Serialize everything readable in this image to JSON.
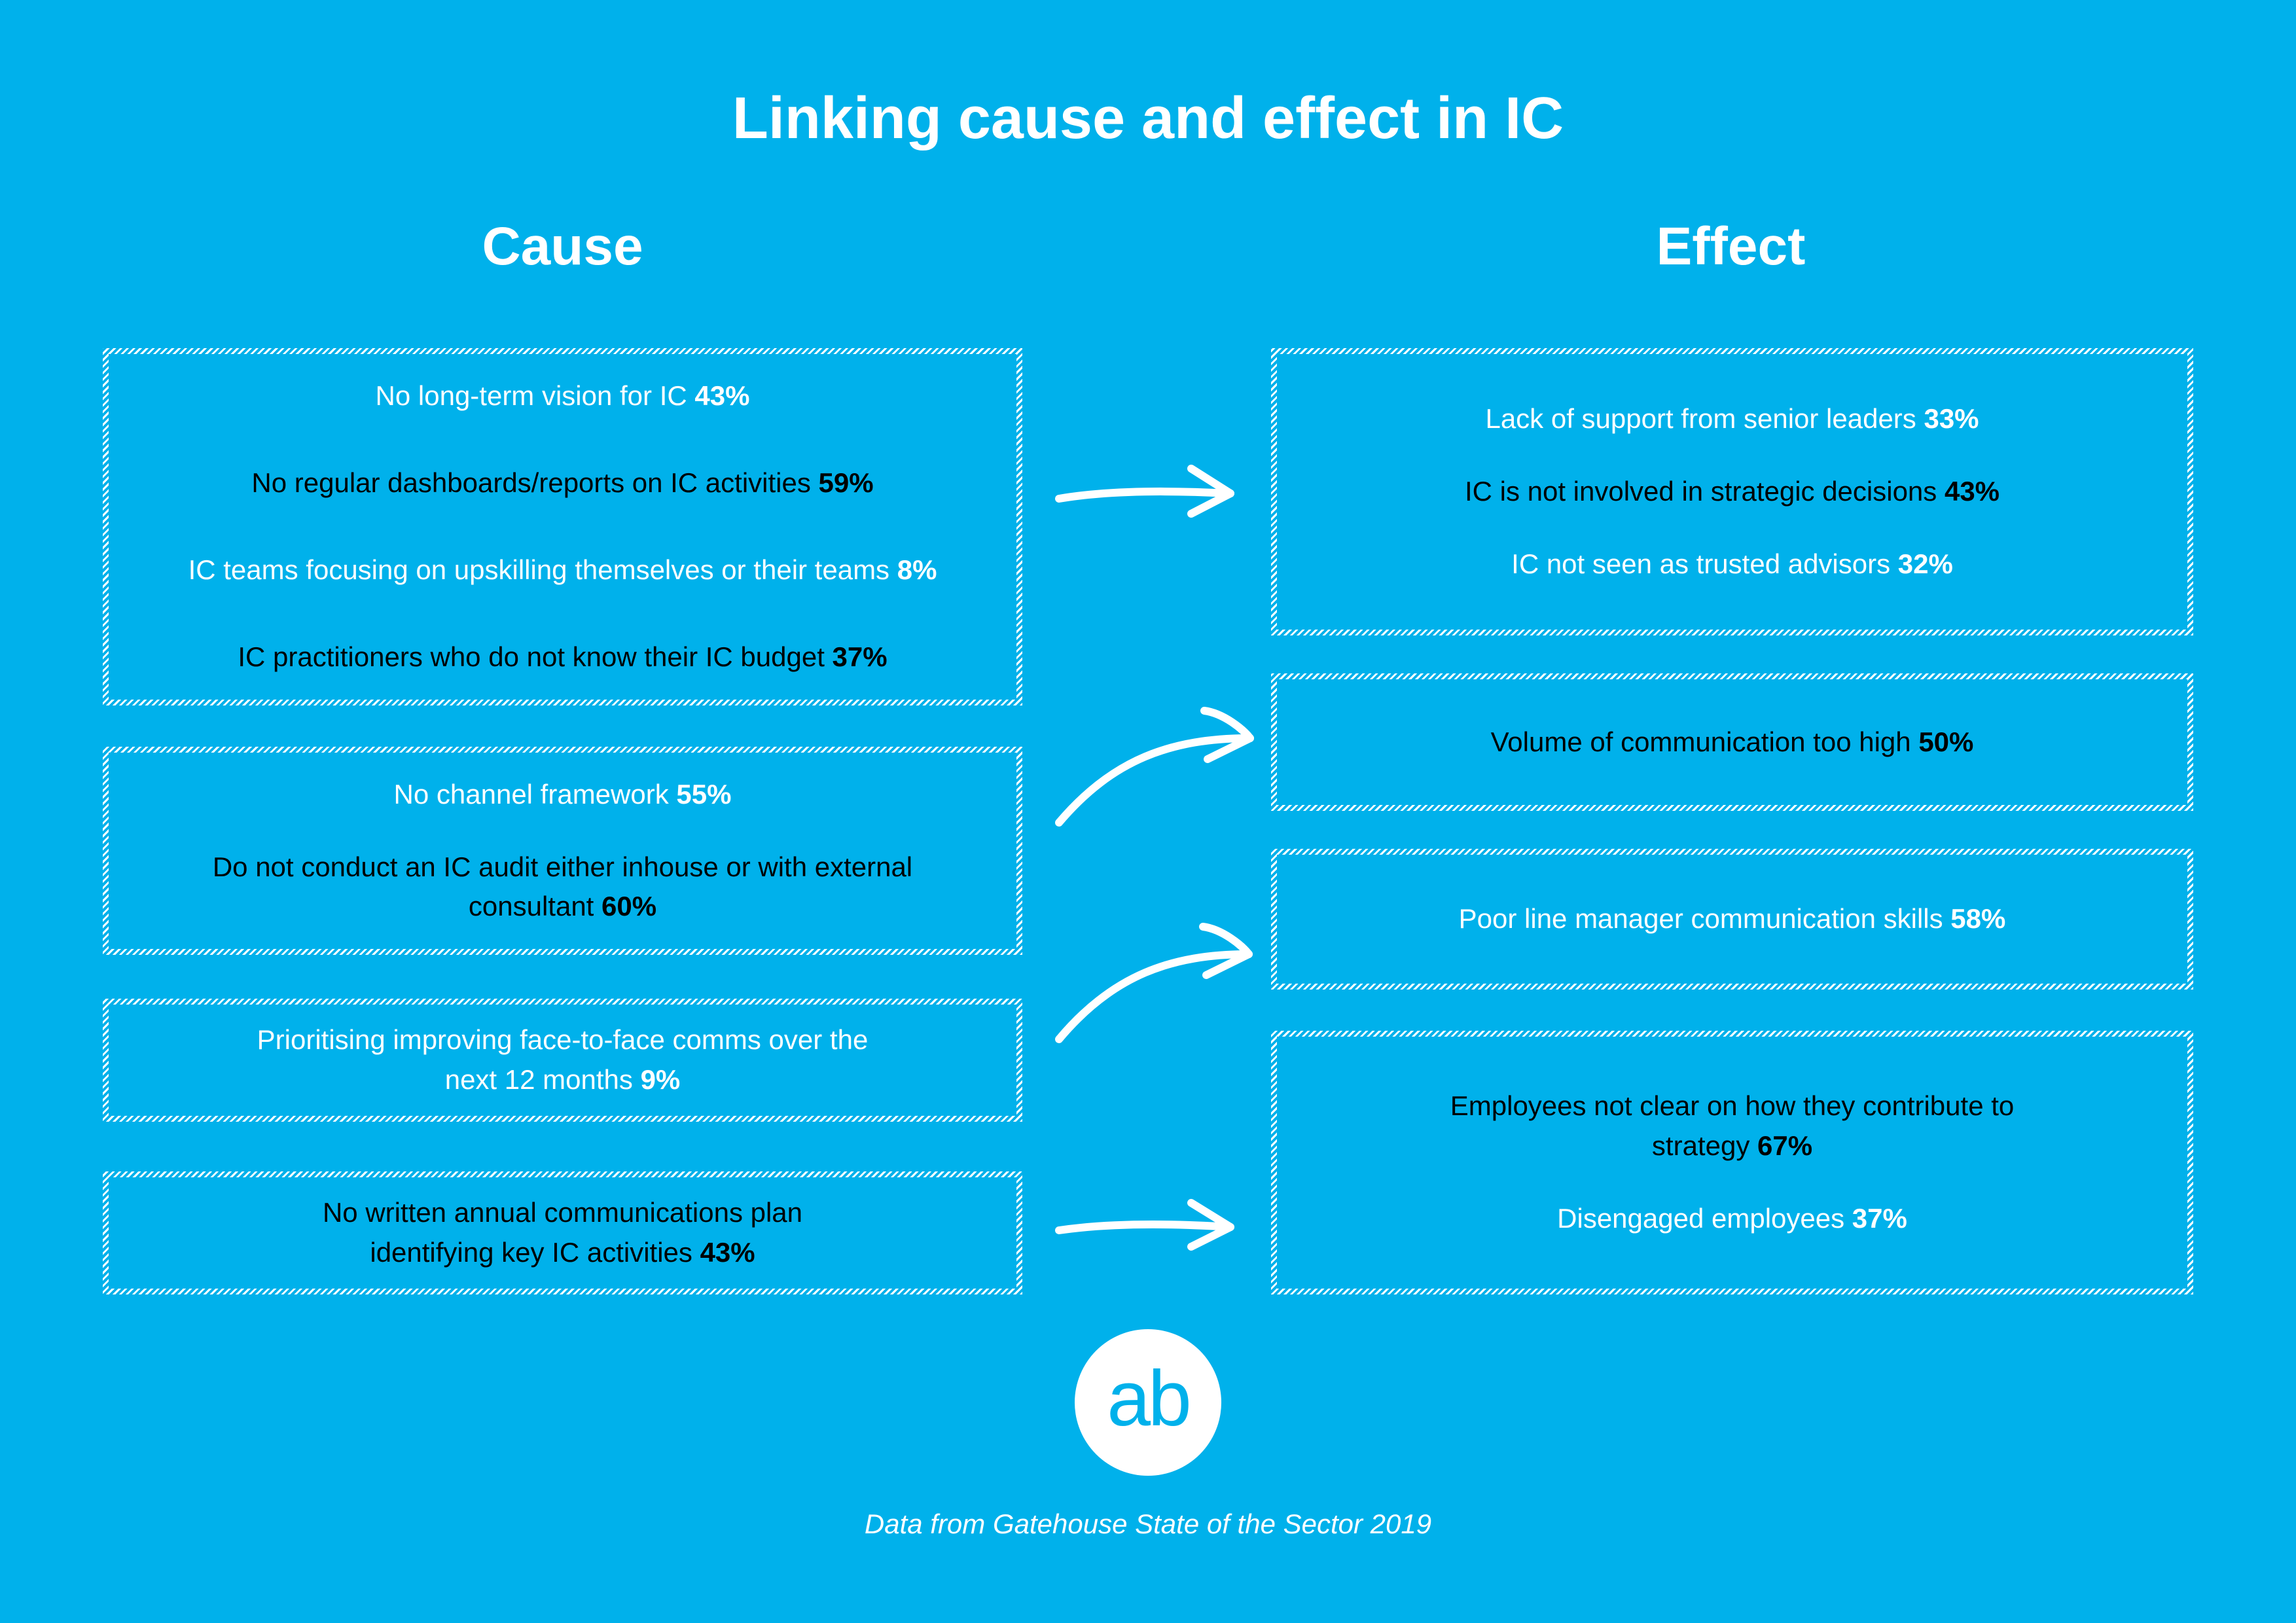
{
  "title": "Linking cause and effect in IC",
  "cause_heading": "Cause",
  "effect_heading": "Effect",
  "cause_boxes": [
    {
      "lines": [
        {
          "text": "No long-term vision for IC ",
          "pct": "43%",
          "color": "white"
        },
        {
          "text": "No regular dashboards/reports on IC activities ",
          "pct": "59%",
          "color": "black"
        },
        {
          "text": "IC teams focusing on upskilling themselves or their teams ",
          "pct": "8%",
          "color": "white"
        },
        {
          "text": "IC practitioners who do not know their IC budget ",
          "pct": "37%",
          "color": "black"
        }
      ]
    },
    {
      "lines": [
        {
          "text": "No channel framework ",
          "pct": "55%",
          "color": "white"
        },
        {
          "text": "Do not conduct an IC audit either inhouse or with external consultant ",
          "pct": "60%",
          "color": "black"
        }
      ]
    },
    {
      "lines": [
        {
          "text": "Prioritising improving face-to-face comms over the next 12 months ",
          "pct": "9%",
          "color": "white"
        }
      ]
    },
    {
      "lines": [
        {
          "text": "No written annual communications plan identifying key IC activities ",
          "pct": "43%",
          "color": "black"
        }
      ]
    }
  ],
  "effect_boxes": [
    {
      "lines": [
        {
          "text": "Lack of support from senior leaders ",
          "pct": "33%",
          "color": "white"
        },
        {
          "text": "IC is not involved in strategic decisions ",
          "pct": "43%",
          "color": "black"
        },
        {
          "text": "IC not seen as trusted advisors ",
          "pct": "32%",
          "color": "white"
        }
      ]
    },
    {
      "lines": [
        {
          "text": "Volume of communication too high ",
          "pct": "50%",
          "color": "black"
        }
      ]
    },
    {
      "lines": [
        {
          "text": "Poor line manager communication skills ",
          "pct": "58%",
          "color": "white"
        }
      ]
    },
    {
      "lines": [
        {
          "text": "Employees not clear on how they contribute to strategy ",
          "pct": "67%",
          "color": "black"
        },
        {
          "text": "Disengaged employees ",
          "pct": "37%",
          "color": "white"
        }
      ]
    }
  ],
  "logo_text": "ab",
  "footer": "Data from Gatehouse State of the Sector 2019",
  "colors": {
    "background": "#00b1eb",
    "white": "#ffffff",
    "black": "#000000"
  }
}
